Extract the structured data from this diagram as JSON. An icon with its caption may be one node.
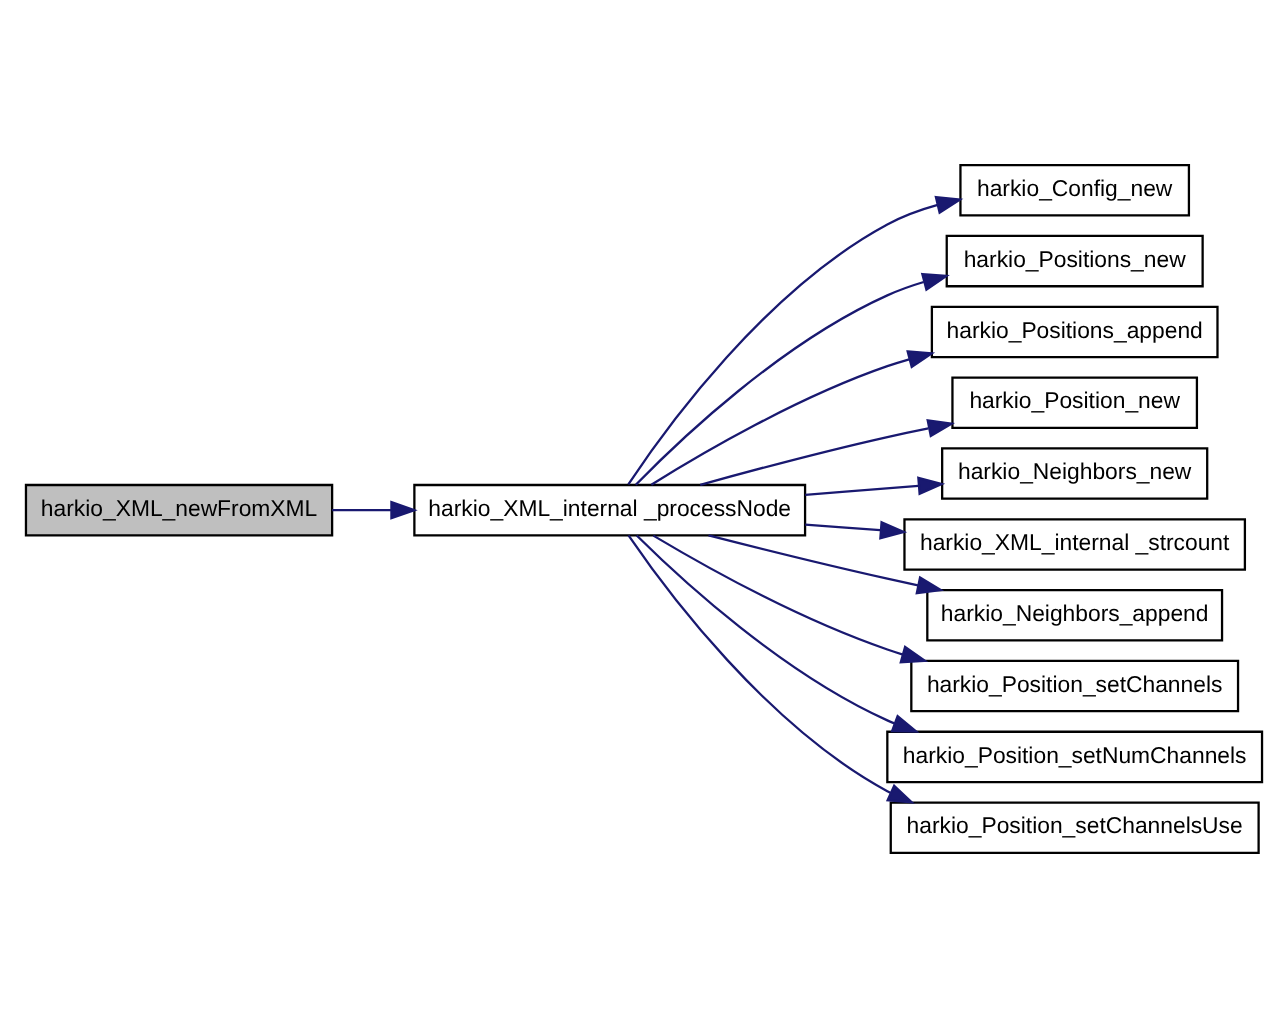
{
  "diagram": {
    "nodes": [
      {
        "text": [
          "harkio_XML_newFromXML"
        ]
      },
      {
        "text": [
          "harkio_XML_internal _processNode"
        ]
      },
      {
        "text": [
          "harkio_Config_new"
        ]
      },
      {
        "text": [
          "harkio_Positions_new"
        ]
      },
      {
        "text": [
          "harkio_Positions_append"
        ]
      },
      {
        "text": [
          "harkio_Position_new"
        ]
      },
      {
        "text": [
          "harkio_Neighbors_new"
        ]
      },
      {
        "text": [
          "harkio_XML_internal _strcount"
        ]
      },
      {
        "text": [
          "harkio_Neighbors_append"
        ]
      },
      {
        "text": [
          "harkio_Position_setChannels"
        ]
      },
      {
        "text": [
          "harkio_Position_setNumChannels"
        ]
      },
      {
        "text": [
          "harkio_Position_setChannelsUse"
        ]
      }
    ],
    "edges": [
      {
        "from": 0,
        "to": 1,
        "arrow": "to"
      },
      {
        "from": 1,
        "to": 2,
        "arrow": "to"
      },
      {
        "from": 1,
        "to": 3,
        "arrow": "to"
      },
      {
        "from": 1,
        "to": 4,
        "arrow": "to"
      },
      {
        "from": 1,
        "to": 5,
        "arrow": "to"
      },
      {
        "from": 1,
        "to": 6,
        "arrow": "to"
      },
      {
        "from": 1,
        "to": 7,
        "arrow": "to"
      },
      {
        "from": 1,
        "to": 8,
        "arrow": "to"
      },
      {
        "from": 1,
        "to": 9,
        "arrow": "to"
      },
      {
        "from": 1,
        "to": 10,
        "arrow": "to"
      },
      {
        "from": 1,
        "to": 11,
        "arrow": "to"
      }
    ]
  }
}
